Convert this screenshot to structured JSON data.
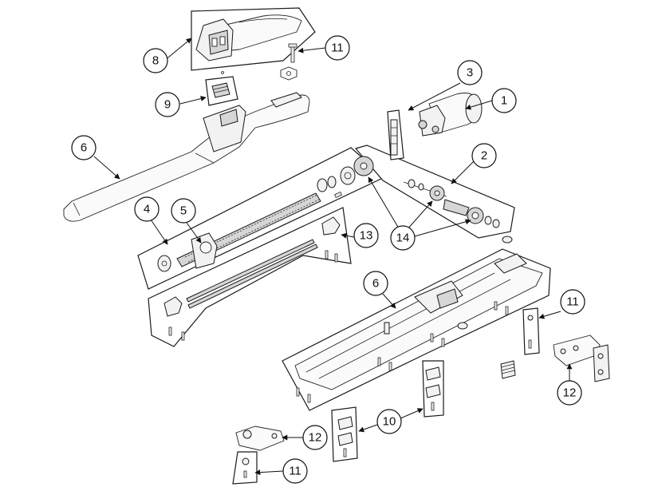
{
  "callouts": [
    {
      "id": "c1",
      "label": "1"
    },
    {
      "id": "c2",
      "label": "2"
    },
    {
      "id": "c3",
      "label": "3"
    },
    {
      "id": "c4",
      "label": "4"
    },
    {
      "id": "c5",
      "label": "5"
    },
    {
      "id": "c6a",
      "label": "6"
    },
    {
      "id": "c6b",
      "label": "6"
    },
    {
      "id": "c8",
      "label": "8"
    },
    {
      "id": "c9",
      "label": "9"
    },
    {
      "id": "c10",
      "label": "10"
    },
    {
      "id": "c11a",
      "label": "11"
    },
    {
      "id": "c11b",
      "label": "11"
    },
    {
      "id": "c11c",
      "label": "11"
    },
    {
      "id": "c12a",
      "label": "12"
    },
    {
      "id": "c12b",
      "label": "12"
    },
    {
      "id": "c13",
      "label": "13"
    },
    {
      "id": "c14",
      "label": "14"
    }
  ]
}
